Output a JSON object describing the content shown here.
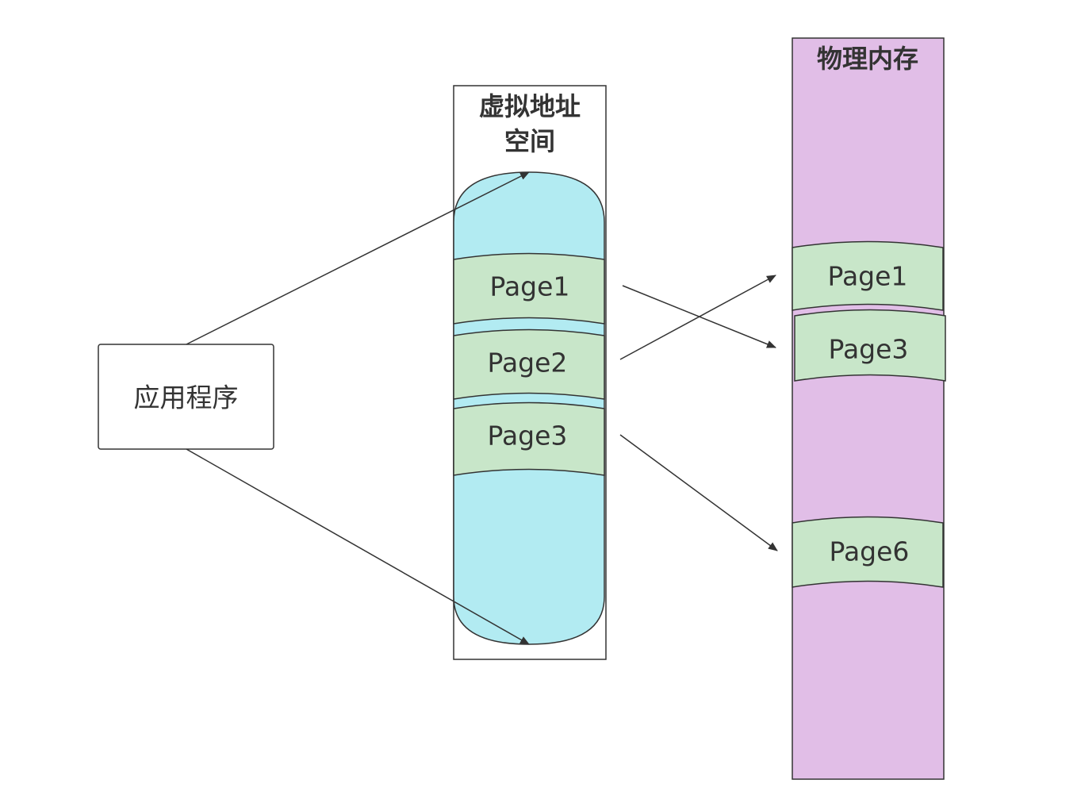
{
  "app_box": {
    "label": "应用程序"
  },
  "virtual_space": {
    "title_line1": "虚拟地址",
    "title_line2": "空间",
    "color": "#b2ebf2",
    "pages": [
      {
        "label": "Page1"
      },
      {
        "label": "Page2"
      },
      {
        "label": "Page3"
      }
    ]
  },
  "physical_memory": {
    "title": "物理内存",
    "color": "#e1bee7",
    "pages": [
      {
        "label": "Page1"
      },
      {
        "label": "Page3"
      },
      {
        "label": "Page6"
      }
    ]
  },
  "page_color": "#c8e6c9",
  "mappings": [
    {
      "from": "Page1",
      "to": "Page3"
    },
    {
      "from": "Page2",
      "to": "Page1"
    },
    {
      "from": "Page3",
      "to": "Page6"
    }
  ]
}
